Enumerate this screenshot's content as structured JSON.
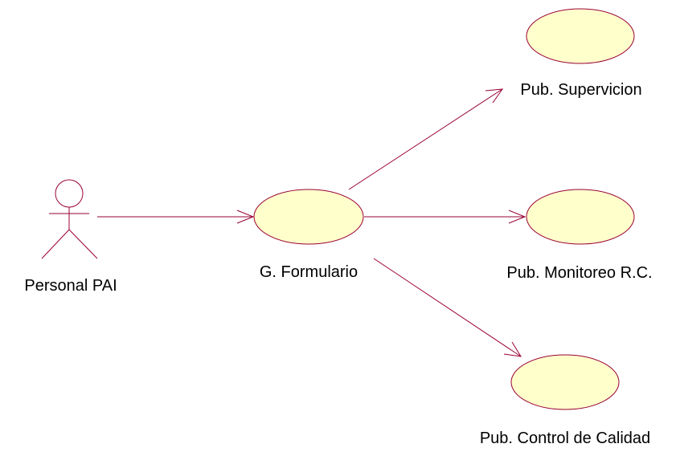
{
  "colors": {
    "stroke": "#990033",
    "usecase_fill": "#ffffcc",
    "text": "#000000"
  },
  "actor": {
    "label": "Personal PAI"
  },
  "use_cases": {
    "formulario": "G. Formulario",
    "supervicion": "Pub. Supervicion",
    "monitoreo": "Pub. Monitoreo R.C.",
    "calidad": "Pub. Control de Calidad"
  }
}
